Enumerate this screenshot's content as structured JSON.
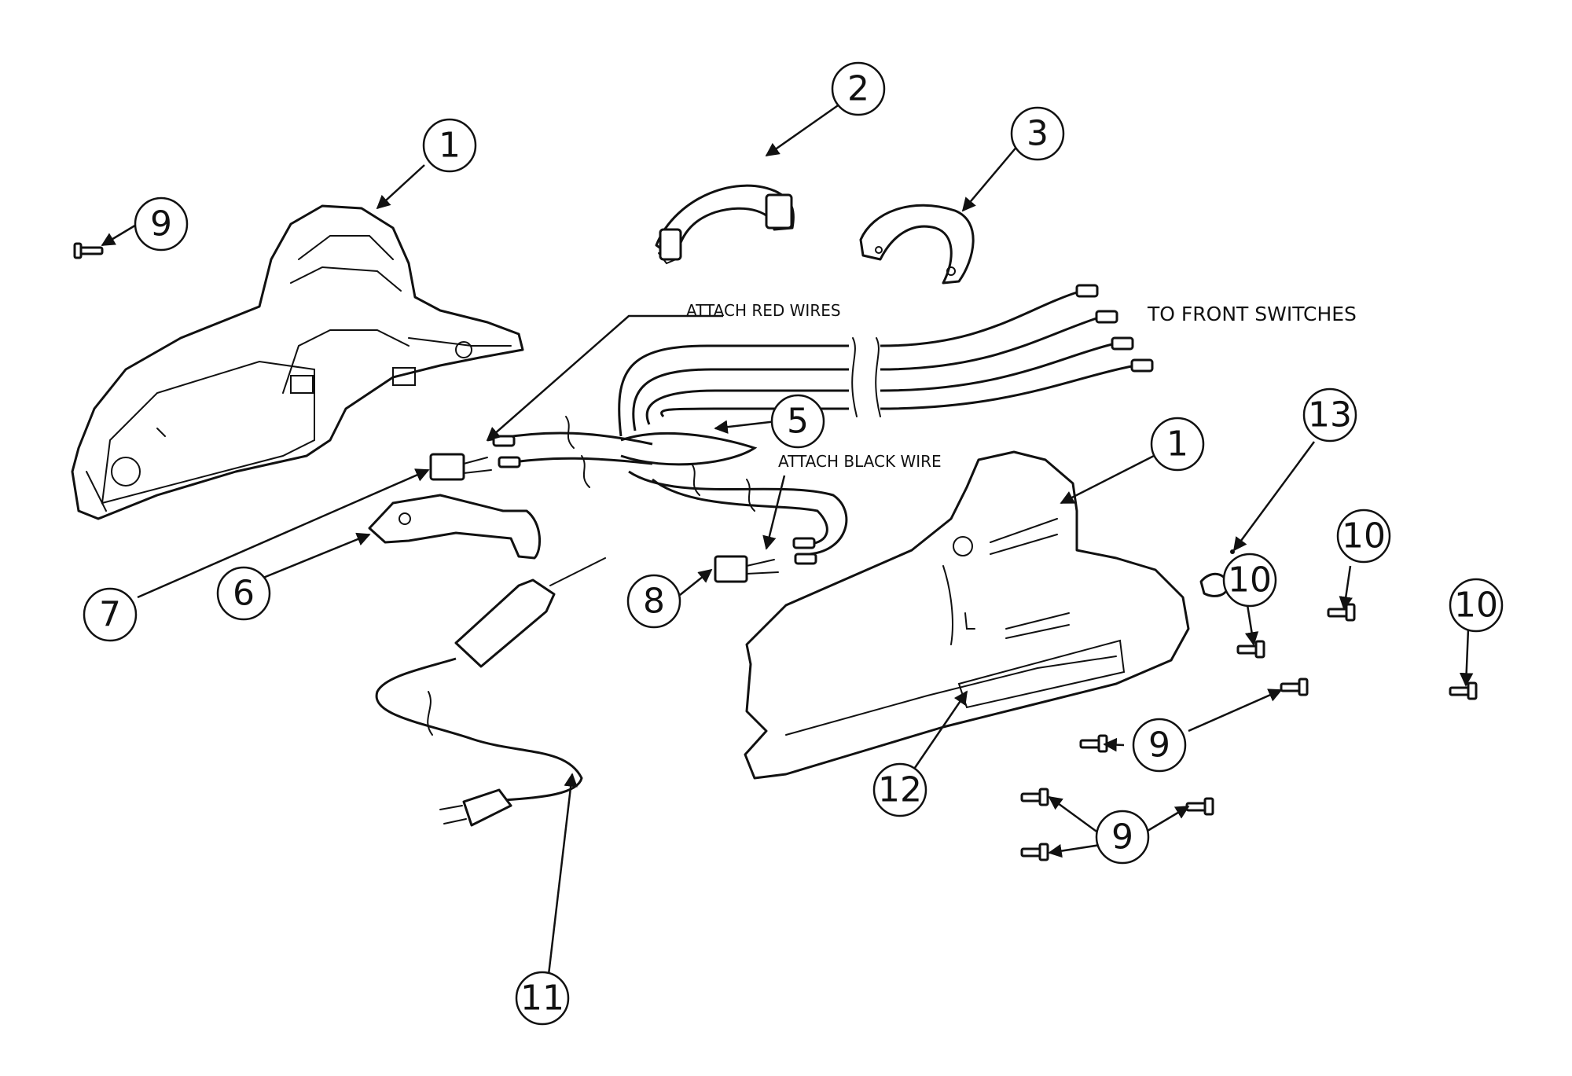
{
  "notes": {
    "attach_red": "ATTACH RED WIRES",
    "attach_black": "ATTACH BLACK WIRE",
    "to_front": "TO FRONT SWITCHES"
  },
  "balloons": [
    "1",
    "2",
    "3",
    "5",
    "1",
    "13",
    "9",
    "7",
    "6",
    "8",
    "10",
    "10",
    "10",
    "9",
    "12",
    "9",
    "11"
  ]
}
